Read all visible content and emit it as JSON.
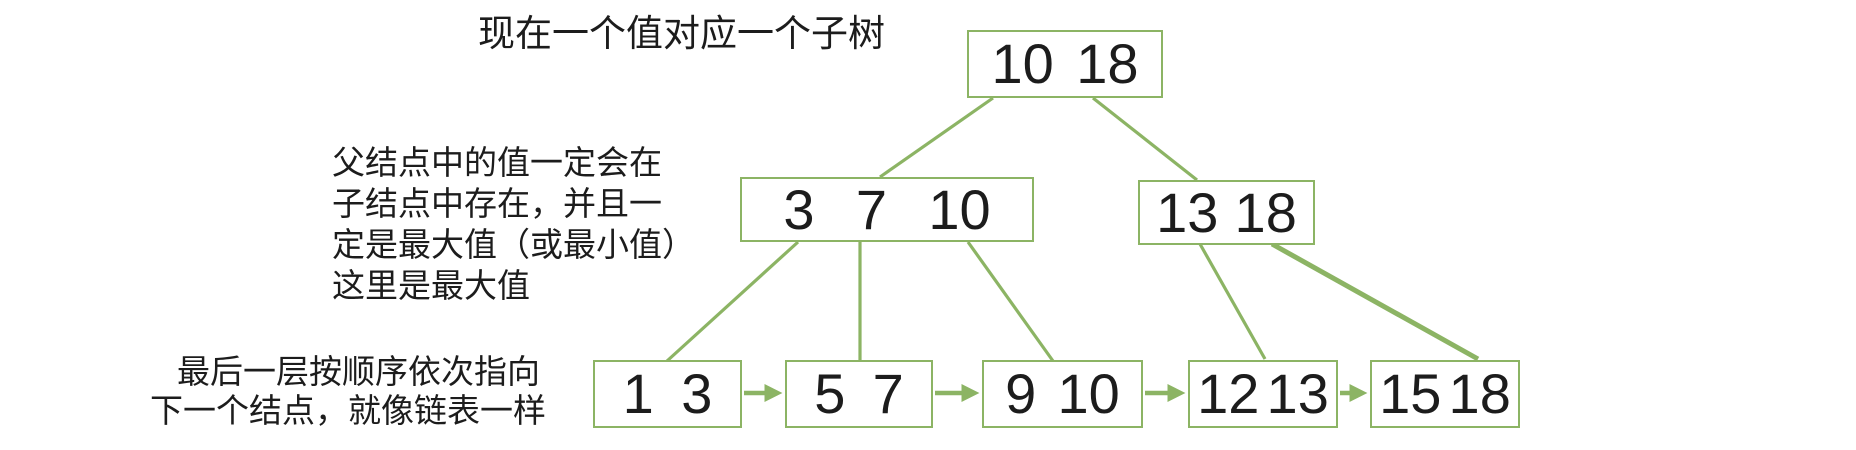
{
  "colors": {
    "green": "#8CB464",
    "text": "#1C1C1C"
  },
  "annotations": {
    "top": "现在一个值对应一个子树",
    "parent_note_lines": [
      "父结点中的值一定会在",
      "子结点中存在，并且一",
      "定是最大值（或最小值）",
      "这里是最大值"
    ],
    "leaf_note_lines": [
      "最后一层按顺序依次指向",
      "下一个结点，就像链表一样"
    ]
  },
  "tree": {
    "root": {
      "keys": [
        "10",
        "18"
      ]
    },
    "internal_left": {
      "keys": [
        "3",
        "7",
        "10"
      ]
    },
    "internal_right": {
      "keys": [
        "13",
        "18"
      ]
    },
    "leaf_1": {
      "keys": [
        "1",
        "3"
      ]
    },
    "leaf_2": {
      "keys": [
        "5",
        "7"
      ]
    },
    "leaf_3": {
      "keys": [
        "9",
        "10"
      ]
    },
    "leaf_4": {
      "keys": [
        "12",
        "13"
      ]
    },
    "leaf_5": {
      "keys": [
        "15",
        "18"
      ]
    }
  }
}
